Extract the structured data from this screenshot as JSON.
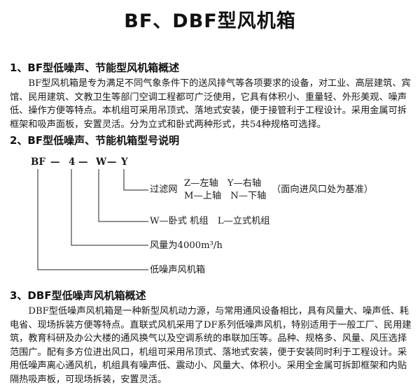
{
  "title": "BF、DBF型风机箱",
  "sections": [
    {
      "heading": "1、BF型低噪声、节能型风机箱概述",
      "paragraph": "BF型风机箱是专为满足不同气象条件下的送风排气等各项要求的设备，对工业、高层建筑、宾馆、民用建筑、文教卫生等部门空调工程都可广泛使用，它具有体积小、重量轻、外形美观、噪声低、操作方便等特点。本机组可采用吊顶式、落地式安装，便于接管利于工程设计。采用金属可拆框架和吸声面板，安置灵活。分为立式和卧式两种形式，共54种规格可选择。"
    },
    {
      "heading": "2、BF型低噪声、节能机箱型号说明"
    },
    {
      "heading": "3、DBF型低噪声风机箱概述",
      "paragraph": "DBF型低噪声风机箱是一种新型风机动力源，与常用通风设备相比，具有风量大、噪声低、耗电省、现场拆装方便等特点。直联式风机采用了DF系列低噪声风机，特别适用于一般工厂、民用建筑，教育科研及办公大楼的通风换气以及空调系统的串联加压等。品种、规格多、风量、风压选择范围广。配有多方位进出风口，机组可采用吊顶式、落地式安装，便于安装同时利于工程设计。采用低噪声离心通风机，机组具有噪声低、震动小、风量大、体积小。采用全金属可拆卸框架和内贴隔热吸声板，可现场拆装，安置灵活。"
    }
  ],
  "model_code": {
    "parts": [
      "BF",
      "—",
      "4",
      "—",
      "W",
      "—",
      "Y"
    ],
    "filter_label": "过滤网",
    "filter_options_line1": "Z—左轴　Y—右轴",
    "filter_options_line2": "M—上轴　N—下轴",
    "filter_note": "（面向进风口处为基准）",
    "mount_label": "W—卧式 机组　L—立式机组",
    "airflow_label": "风量为4000m³/h",
    "series_label": "低噪声风机箱"
  }
}
